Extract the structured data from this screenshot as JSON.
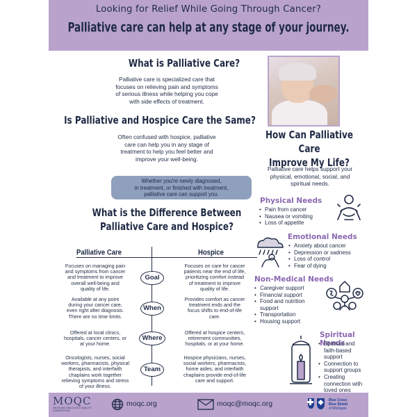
{
  "header": {
    "kicker": "Looking for Relief While Going Through Cancer?",
    "headline": "Palliative care can help at any stage of your journey."
  },
  "what": {
    "title": "What is Palliative Care?",
    "lines": [
      "Palliative care is specialized care that",
      "focuses on relieving pain and symptoms",
      "of serious illness while helping you cope",
      "with side effects of treatment."
    ]
  },
  "same": {
    "title": "Is Palliative and Hospice Care the Same?",
    "lines": [
      "Often confused with hospice, palliative",
      "care can help you in any stage of",
      "treatment to help you feel better and",
      "improve your well-being."
    ]
  },
  "callout": {
    "lines": [
      "Whether you're newly diagnosed,",
      "in treatment, or finished with treatment,",
      "palliative care can support you."
    ]
  },
  "difference": {
    "title_lines": [
      "What is the Difference Between",
      "Palliative Care and Hospice?"
    ],
    "left_header": "Palliative Care",
    "right_header": "Hospice",
    "rows": [
      {
        "label": "Goal",
        "left": [
          "Focuses on managing pain",
          "and symptoms from cancer",
          "and treatment to improve",
          "overall well-being and",
          "quality of life."
        ],
        "right": [
          "Focuses on care for cancer",
          "patients near the end of life,",
          "prioritizing comfort instead",
          "of treatment to improve",
          "quality of life."
        ]
      },
      {
        "label": "When",
        "left": [
          "Available at any point",
          "during your cancer care,",
          "even right after diagnosis.",
          "There are no time limits."
        ],
        "right": [
          "Provides comfort as cancer",
          "treatment ends and the",
          "focus shifts to end-of-life",
          "care."
        ]
      },
      {
        "label": "Where",
        "left": [
          "Offered at local clinics,",
          "hospitals, cancer centers, or",
          "at your home."
        ],
        "right": [
          "Offered at hospice centers,",
          "retirement communities,",
          "hospitals, or at your home."
        ]
      },
      {
        "label": "Team",
        "left": [
          "Oncologists, nurses, social",
          "workers, pharmacists, physical",
          "therapists, and interfaith",
          "chaplains work together",
          "relieving symptoms and stress",
          "of your illness."
        ],
        "right": [
          "Hospice physicians, nurses,",
          "social workers, pharmacists,",
          "home aides, and interfaith",
          "chaplains provide end-of-life",
          "care and support."
        ]
      }
    ]
  },
  "improve": {
    "title_lines": [
      "How Can Palliative Care",
      "Improve My Life?"
    ],
    "lines": [
      "Palliative care helps support your",
      "physical, emotional, social, and",
      "spiritual needs."
    ]
  },
  "needs": {
    "physical": {
      "title": "Physical Needs",
      "items": [
        "Pain from cancer",
        "Nausea or vomiting",
        "Loss of appetite"
      ]
    },
    "emotional": {
      "title": "Emotional Needs",
      "items": [
        "Anxiety about cancer",
        "Depression or sadness",
        "Loss of control",
        "Fear of dying"
      ]
    },
    "nonmedical": {
      "title": "Non-Medical Needs",
      "items": [
        "Caregiver support",
        "Financial support",
        "Food and nutrition support",
        "Transportation",
        "Housing support"
      ]
    },
    "spiritual": {
      "title": "Spiritual Needs",
      "items": [
        "Spiritual and faith-based support",
        "Connection to support groups",
        "Creating connection with loved ones"
      ]
    }
  },
  "footer": {
    "org": "MOQC",
    "org_full": "MICHIGAN ONCOLOGY QUALITY CONSORTIUM",
    "website": "moqc.org",
    "email": "moqc@moqc.org",
    "sponsor_lines": [
      "Blue Cross",
      "Blue Shield",
      "of Michigan"
    ]
  },
  "colors": {
    "lavender": "#b9a3cd",
    "navy": "#1f2a44",
    "purple_accent": "#8a68b0",
    "callout": "#8ea0bd"
  }
}
